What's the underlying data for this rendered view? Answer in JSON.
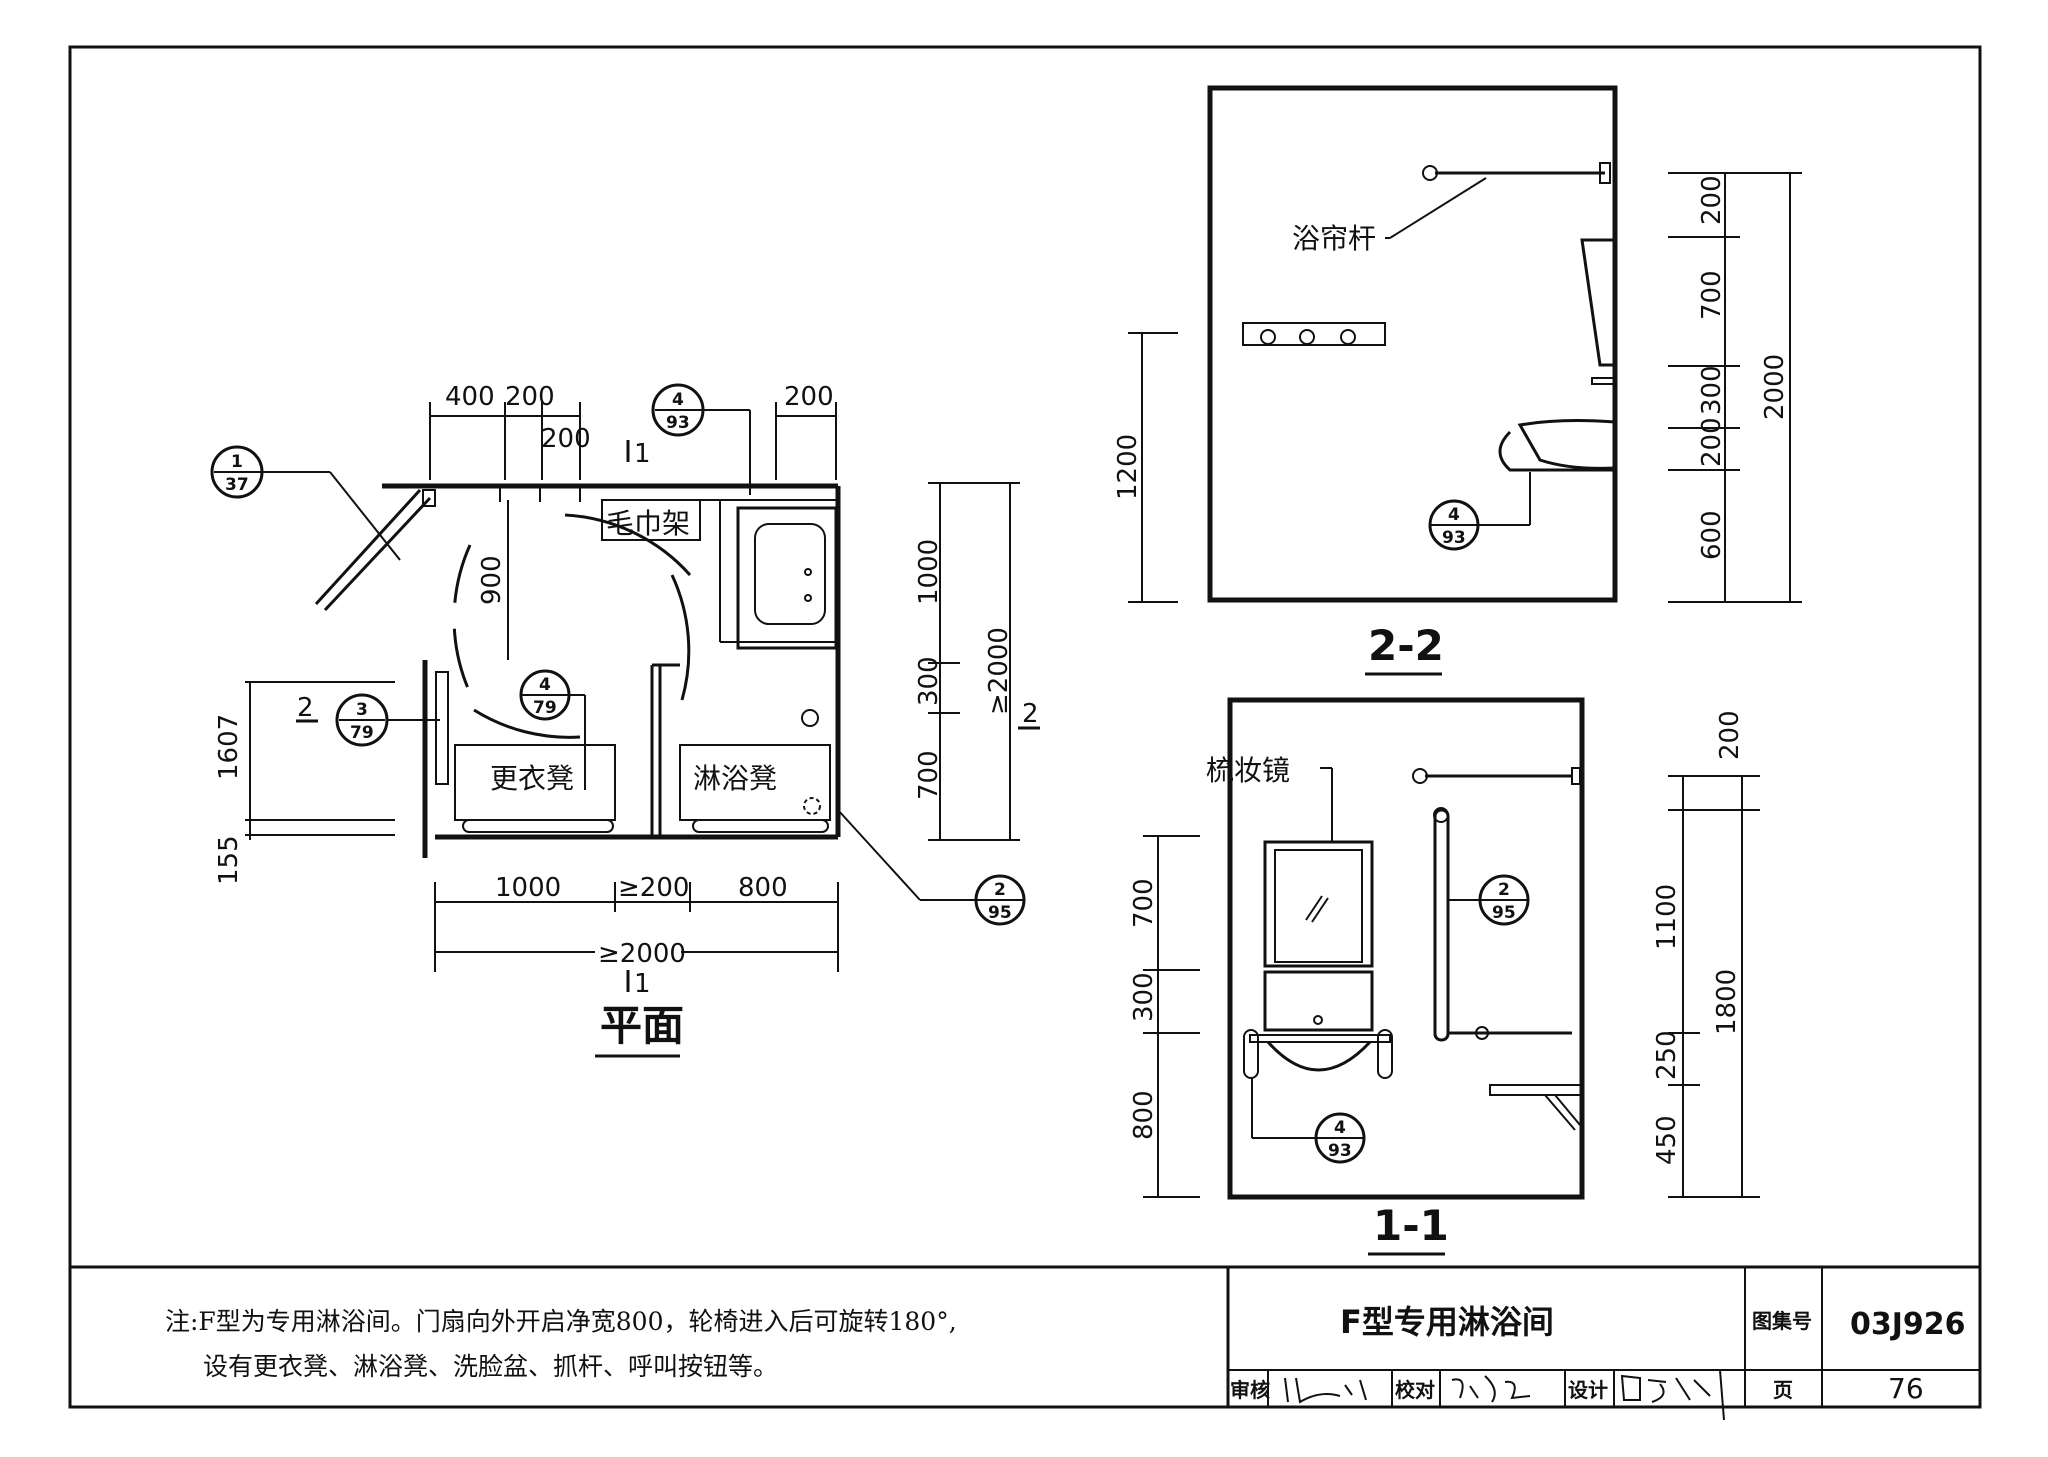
{
  "plan": {
    "title": "平面",
    "labels": {
      "towel_rack": "毛巾架",
      "changing_bench": "更衣凳",
      "shower_bench": "淋浴凳"
    },
    "dims": {
      "top_400": "400",
      "top_200a": "200",
      "top_200b": "200",
      "top_200r": "200",
      "left_900": "900",
      "right_1000": "1000",
      "right_300": "300",
      "right_700": "700",
      "right_total": "≥2000",
      "left_1607": "1607",
      "left_155": "155",
      "bottom_1000": "1000",
      "bottom_200": "≥200",
      "bottom_800": "800",
      "bottom_total": "≥2000"
    },
    "section_marks": {
      "s1_top": "1",
      "s1_bottom": "1",
      "s2_left": "2",
      "s2_right": "2"
    },
    "refs": [
      {
        "num": "1",
        "den": "37"
      },
      {
        "num": "4",
        "den": "93"
      },
      {
        "num": "3",
        "den": "79"
      },
      {
        "num": "4",
        "den": "79"
      },
      {
        "num": "2",
        "den": "95"
      }
    ]
  },
  "section22": {
    "title": "2-2",
    "label_curtain_rod": "浴帘杆",
    "ref": {
      "num": "4",
      "den": "93"
    },
    "dims": {
      "d1200": "1200",
      "d200": "200",
      "d700": "700",
      "d300": "300",
      "d200b": "200",
      "d600": "600",
      "d2000": "2000"
    }
  },
  "section11": {
    "title": "1-1",
    "label_mirror": "梳妆镜",
    "refs": [
      {
        "num": "2",
        "den": "95"
      },
      {
        "num": "4",
        "den": "93"
      }
    ],
    "dims": {
      "d700": "700",
      "d300": "300",
      "d800": "800",
      "d200": "200",
      "d1100": "1100",
      "d250": "250",
      "d450": "450",
      "d1800": "1800"
    }
  },
  "notes": {
    "line1": "注:F型为专用淋浴间。门扇向外开启净宽800，轮椅进入后可旋转180°,",
    "line2": "设有更衣凳、淋浴凳、洗脸盆、抓杆、呼叫按钮等。"
  },
  "title_block": {
    "drawing_title": "F型专用淋浴间",
    "atlas_label": "图集号",
    "atlas_no": "03J926",
    "review_label": "审核",
    "check_label": "校对",
    "design_label": "设计",
    "page_label": "页",
    "page_no": "76"
  }
}
